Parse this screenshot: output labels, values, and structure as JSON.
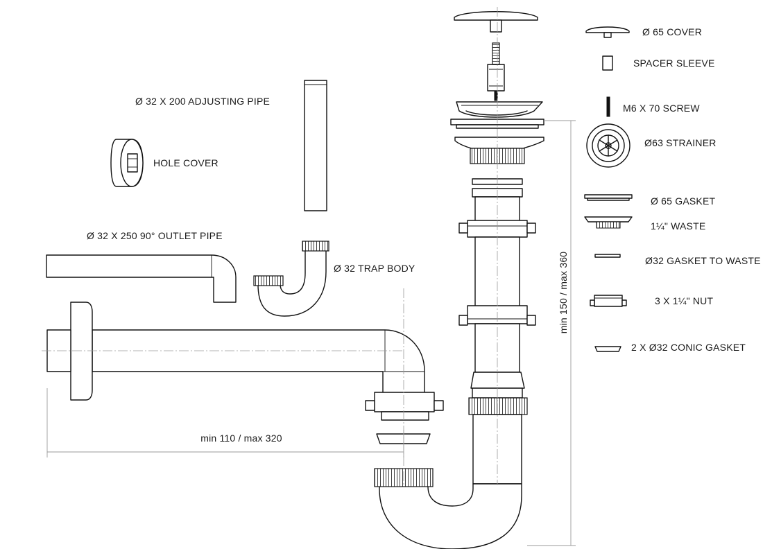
{
  "labels": {
    "cover": "Ø 65 COVER",
    "spacer_sleeve": "SPACER SLEEVE",
    "screw": "M6 X 70 SCREW",
    "strainer": "Ø63 STRAINER",
    "gasket_65": "Ø 65 GASKET",
    "waste": "1¼\" WASTE",
    "gasket_to_waste": "Ø32 GASKET TO WASTE",
    "nut": "3 X 1¼\" NUT",
    "conic_gasket": "2 X Ø32 CONIC GASKET",
    "adjusting_pipe": "Ø 32 X 200 ADJUSTING PIPE",
    "hole_cover": "HOLE COVER",
    "outlet_pipe": "Ø 32 X 250 90° OUTLET PIPE",
    "trap_body": "Ø 32 TRAP BODY"
  },
  "dimensions": {
    "horizontal": "min 110 / max 320",
    "vertical": "min 150 / max 360"
  }
}
